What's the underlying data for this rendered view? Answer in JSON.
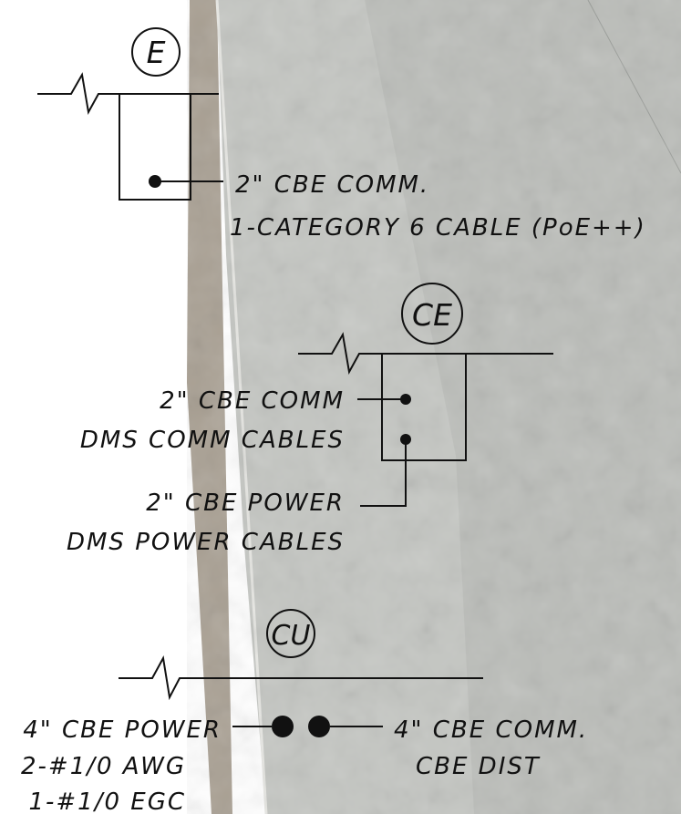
{
  "colors": {
    "pavement": "#c4c6c2",
    "pavement_dark": "#b4b7b3",
    "shoulder": "#a9a093",
    "linework": "#111111",
    "paper": "#ffffff"
  },
  "sections": {
    "e": {
      "tag": "E",
      "labels": [
        "2\" CBE  COMM.",
        "1-CATEGORY  6  CABLE  (PoE++)"
      ]
    },
    "ce": {
      "tag": "CE",
      "comm_labels": [
        "2\" CBE  COMM",
        "DMS  COMM  CABLES"
      ],
      "power_labels": [
        "2\" CBE  POWER",
        "DMS  POWER  CABLES"
      ]
    },
    "cu": {
      "tag": "CU",
      "power_labels": [
        "4\" CBE  POWER",
        "2-#1/0  AWG",
        "1-#1/0  EGC"
      ],
      "comm_labels": [
        "4\" CBE  COMM.",
        "CBE  DIST"
      ]
    }
  }
}
